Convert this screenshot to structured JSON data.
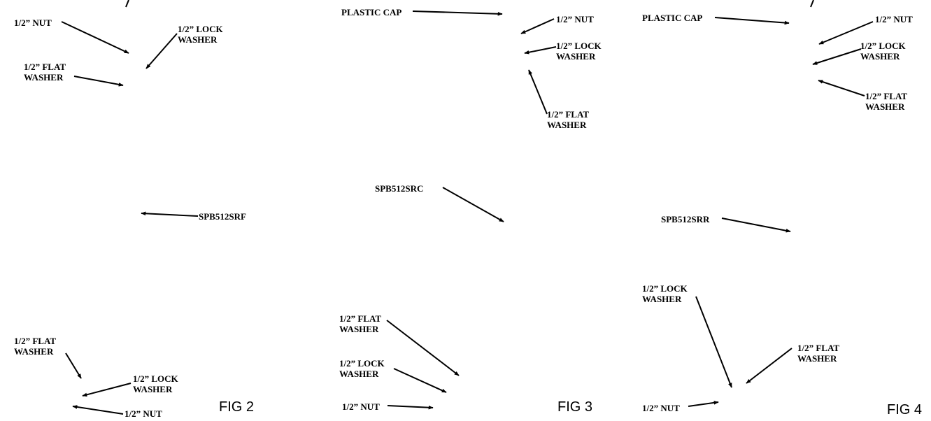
{
  "figures": {
    "fig2": "FIG 2",
    "fig3": "FIG 3",
    "fig4": "FIG 4"
  },
  "fig2": {
    "top_nut": "1/2” NUT",
    "top_lock_washer": [
      "1/2” LOCK",
      "WASHER"
    ],
    "top_flat_washer": [
      "1/2” FLAT",
      "WASHER"
    ],
    "part": "SPB512SRF",
    "bottom_flat_washer": [
      "1/2” FLAT",
      "WASHER"
    ],
    "bottom_lock_washer": [
      "1/2” LOCK",
      "WASHER"
    ],
    "bottom_nut": "1/2” NUT"
  },
  "fig3": {
    "plastic_cap": "PLASTIC CAP",
    "top_nut": "1/2” NUT",
    "top_lock_washer": [
      "1/2” LOCK",
      "WASHER"
    ],
    "top_flat_washer": [
      "1/2” FLAT",
      "WASHER"
    ],
    "part": "SPB512SRC",
    "bottom_flat_washer": [
      "1/2” FLAT",
      "WASHER"
    ],
    "bottom_lock_washer": [
      "1/2” LOCK",
      "WASHER"
    ],
    "bottom_nut": "1/2” NUT"
  },
  "fig4": {
    "plastic_cap": "PLASTIC CAP",
    "top_nut": "1/2” NUT",
    "top_lock_washer": [
      "1/2” LOCK",
      "WASHER"
    ],
    "top_flat_washer": [
      "1/2” FLAT",
      "WASHER"
    ],
    "part": "SPB512SRR",
    "bottom_lock_washer": [
      "1/2” LOCK",
      "WASHER"
    ],
    "bottom_flat_washer": [
      "1/2” FLAT",
      "WASHER"
    ],
    "bottom_nut": "1/2” NUT"
  }
}
